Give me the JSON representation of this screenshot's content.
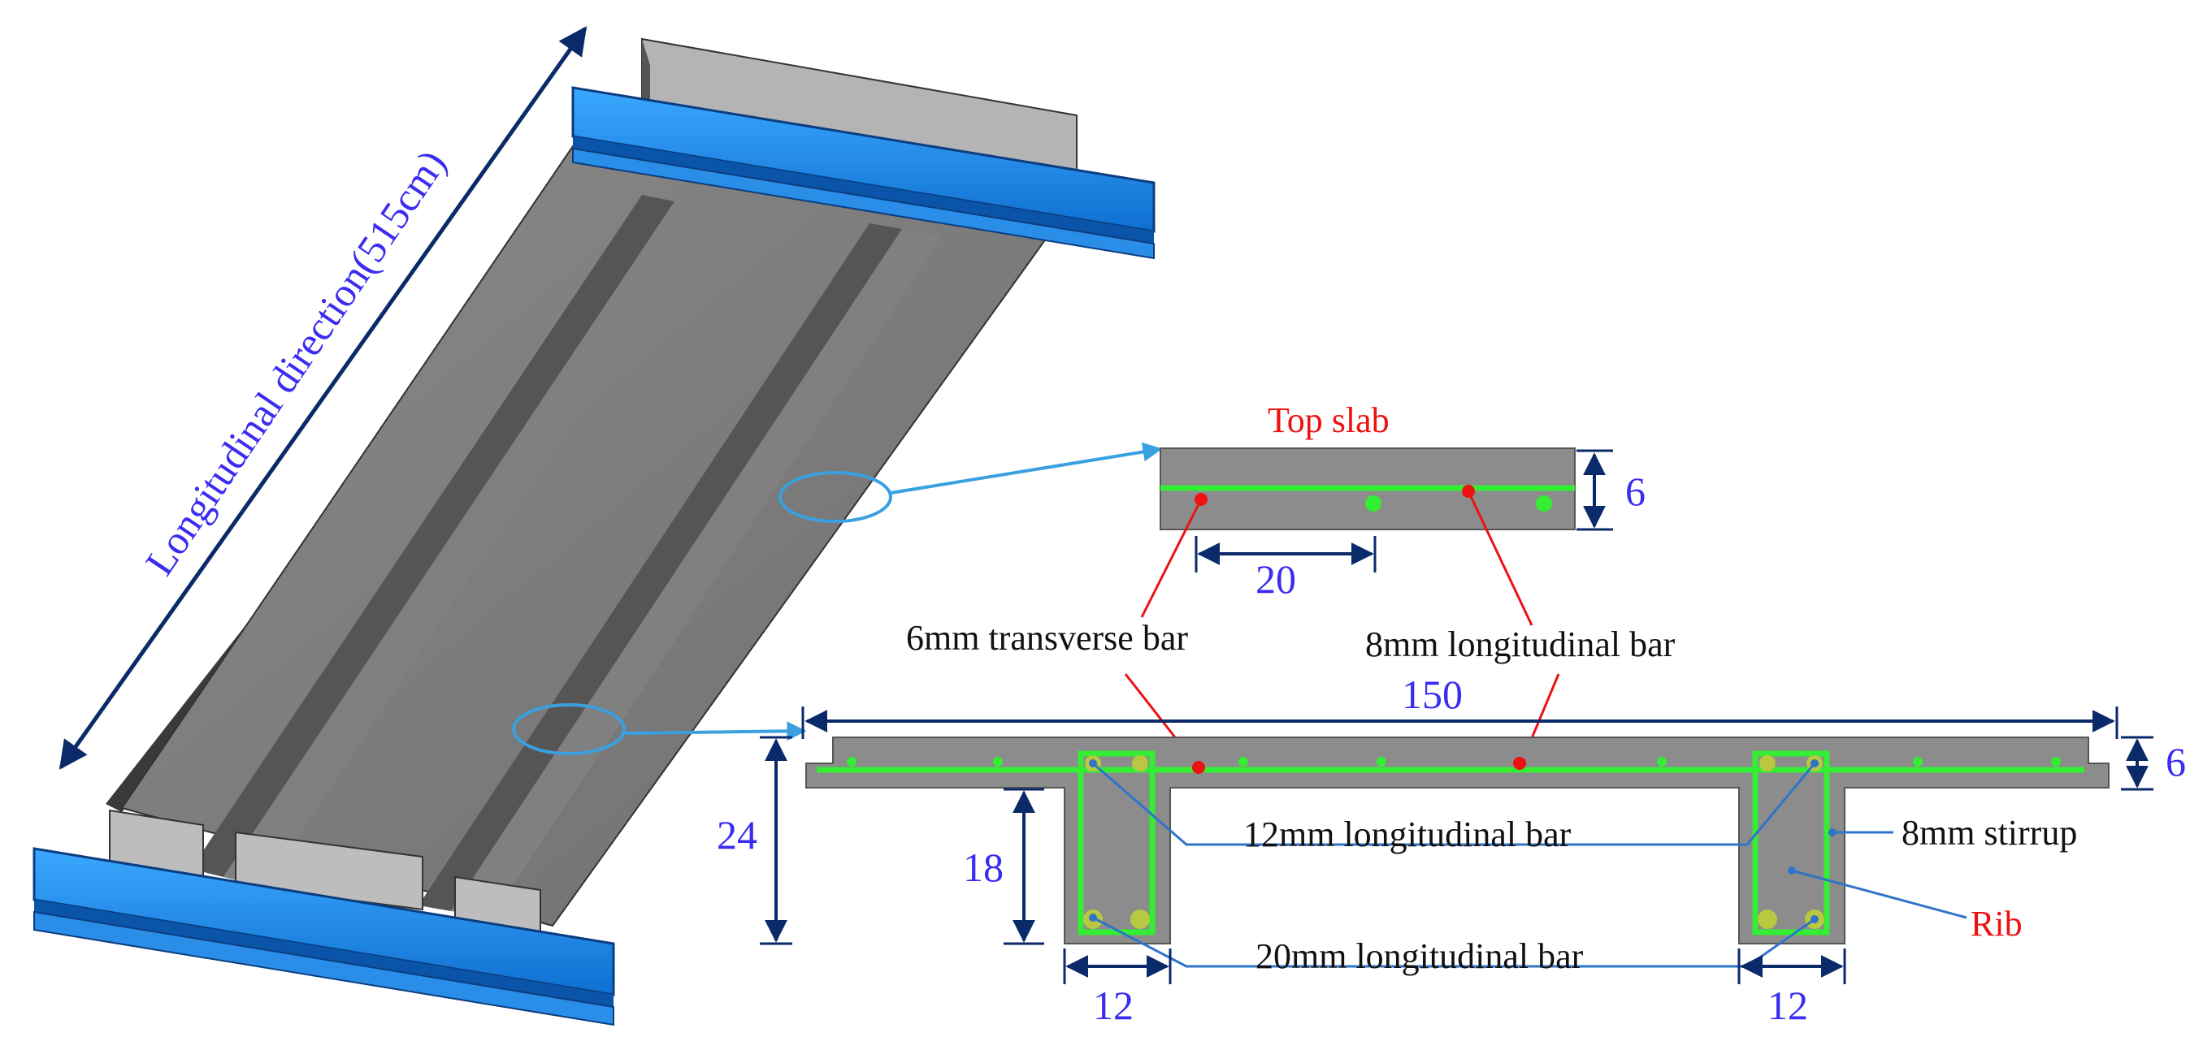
{
  "labels": {
    "longitudinal_direction": "Longitudinal direction(515cm)",
    "top_slab": "Top slab",
    "transverse_bar_6mm": "6mm transverse bar",
    "longitudinal_bar_8mm": "8mm  longitudinal bar",
    "longitudinal_bar_12mm": "12mm  longitudinal bar",
    "stirrup_8mm": "8mm  stirrup",
    "rib": "Rib",
    "longitudinal_bar_20mm": "20mm  longitudinal bar"
  },
  "dimensions": {
    "slab_thickness_detail": "6",
    "bar_spacing": "20",
    "total_width": "150",
    "slab_thickness": "6",
    "total_depth": "24",
    "rib_depth": "18",
    "rib_width_left": "12",
    "rib_width_right": "12"
  },
  "colors": {
    "steel_beam": "#1e90ff",
    "concrete": "#8c8c8c",
    "rebar": "#33ee33",
    "dimension": "#3a2cf0",
    "leader_red": "#ee1111",
    "leader_blue": "#2f74c8",
    "highlight_circle": "#3aa0e0"
  }
}
